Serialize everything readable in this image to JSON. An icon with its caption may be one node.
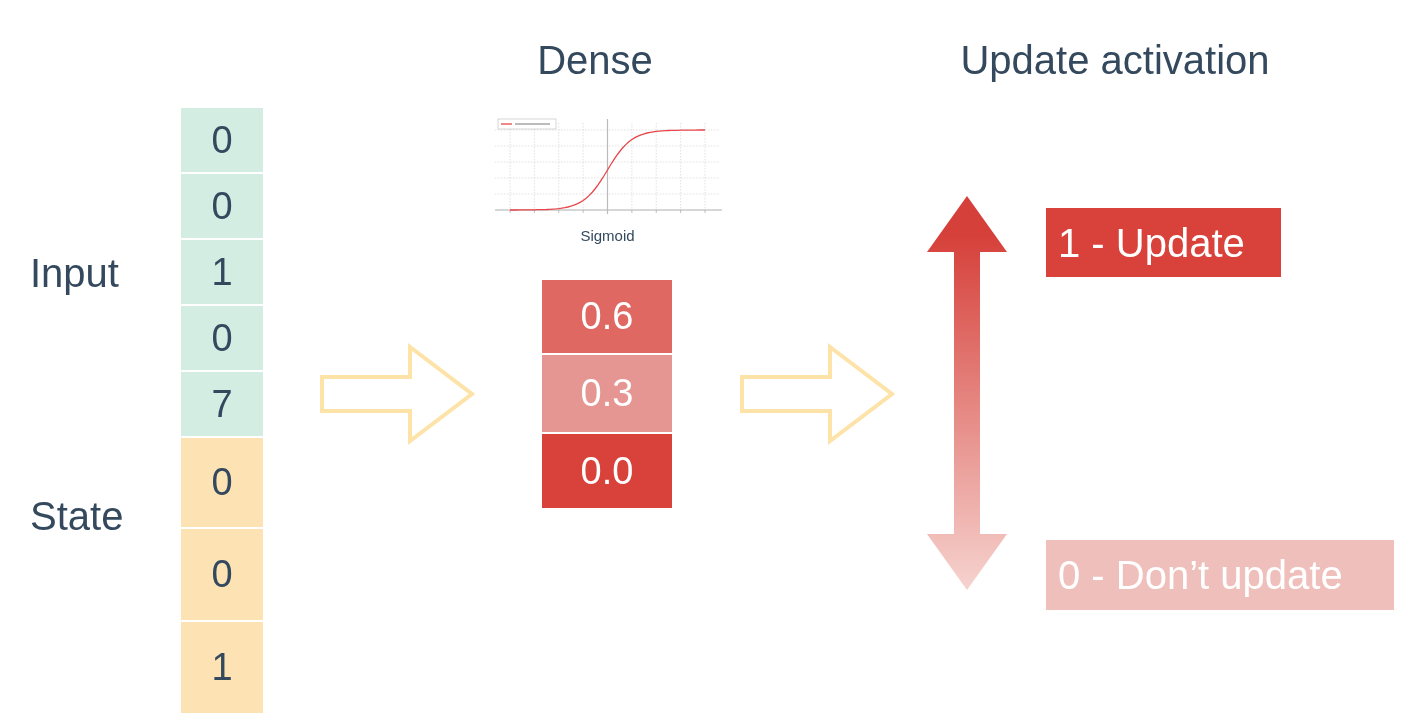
{
  "diagram": {
    "nodes": [
      {
        "text": [],
        "shape": "bar"
      },
      {
        "text": [
          "0"
        ],
        "in": 0
      },
      {
        "text": [
          "0"
        ],
        "in": 0
      },
      {
        "text": [
          "1"
        ],
        "in": 0
      },
      {
        "text": [
          "0"
        ],
        "in": 0
      },
      {
        "text": [
          "7"
        ],
        "in": 0
      },
      {
        "text": [
          "0"
        ],
        "in": 0
      },
      {
        "text": [
          "0"
        ],
        "in": 0
      },
      {
        "text": [
          "1"
        ],
        "in": 0
      },
      {
        "text": [],
        "shape": "bar"
      },
      {
        "text": [
          "0.6"
        ],
        "in": 9
      },
      {
        "text": [
          "0.3"
        ],
        "in": 9
      },
      {
        "text": [
          "0.0"
        ],
        "in": 9
      },
      {
        "text": [],
        "shape": "arrow"
      },
      {
        "text": [
          "1 - Update"
        ]
      },
      {
        "text": [
          "0 - Don’t update"
        ]
      }
    ],
    "edges": [
      {
        "from": 0,
        "to": 9,
        "arrow": "to"
      },
      {
        "from": 9,
        "to": 13,
        "arrow": "to"
      }
    ],
    "labels": [
      "Dense",
      "Update activation",
      "Sigmoid",
      "Input",
      "State"
    ]
  }
}
